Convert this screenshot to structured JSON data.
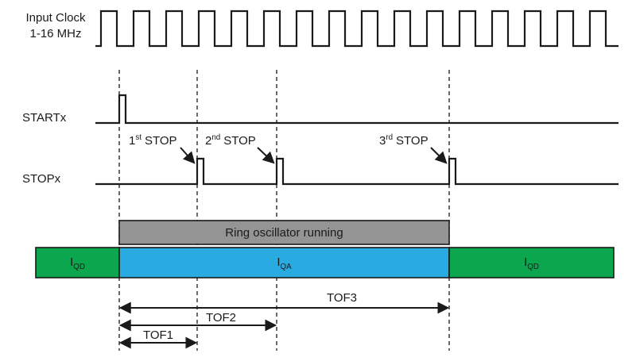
{
  "colors": {
    "green": "#0ca64f",
    "blue": "#29abe2",
    "gray": "#949494",
    "line": "#1a1a1a"
  },
  "signals": {
    "clock": {
      "label_line1": "Input Clock",
      "label_line2": "1-16 MHz"
    },
    "start": {
      "label": "STARTx"
    },
    "stop": {
      "label": "STOPx"
    }
  },
  "stop_events": [
    {
      "ordinal": "1",
      "suffix": "st",
      "word": "STOP"
    },
    {
      "ordinal": "2",
      "suffix": "nd",
      "word": "STOP"
    },
    {
      "ordinal": "3",
      "suffix": "rd",
      "word": "STOP"
    }
  ],
  "bars": {
    "ring_label": "Ring oscillator running",
    "iqd_left": {
      "base": "I",
      "sub": "QD"
    },
    "iqa": {
      "base": "I",
      "sub": "QA"
    },
    "iqd_right": {
      "base": "I",
      "sub": "QD"
    }
  },
  "tof": [
    {
      "label": "TOF1"
    },
    {
      "label": "TOF2"
    },
    {
      "label": "TOF3"
    }
  ]
}
